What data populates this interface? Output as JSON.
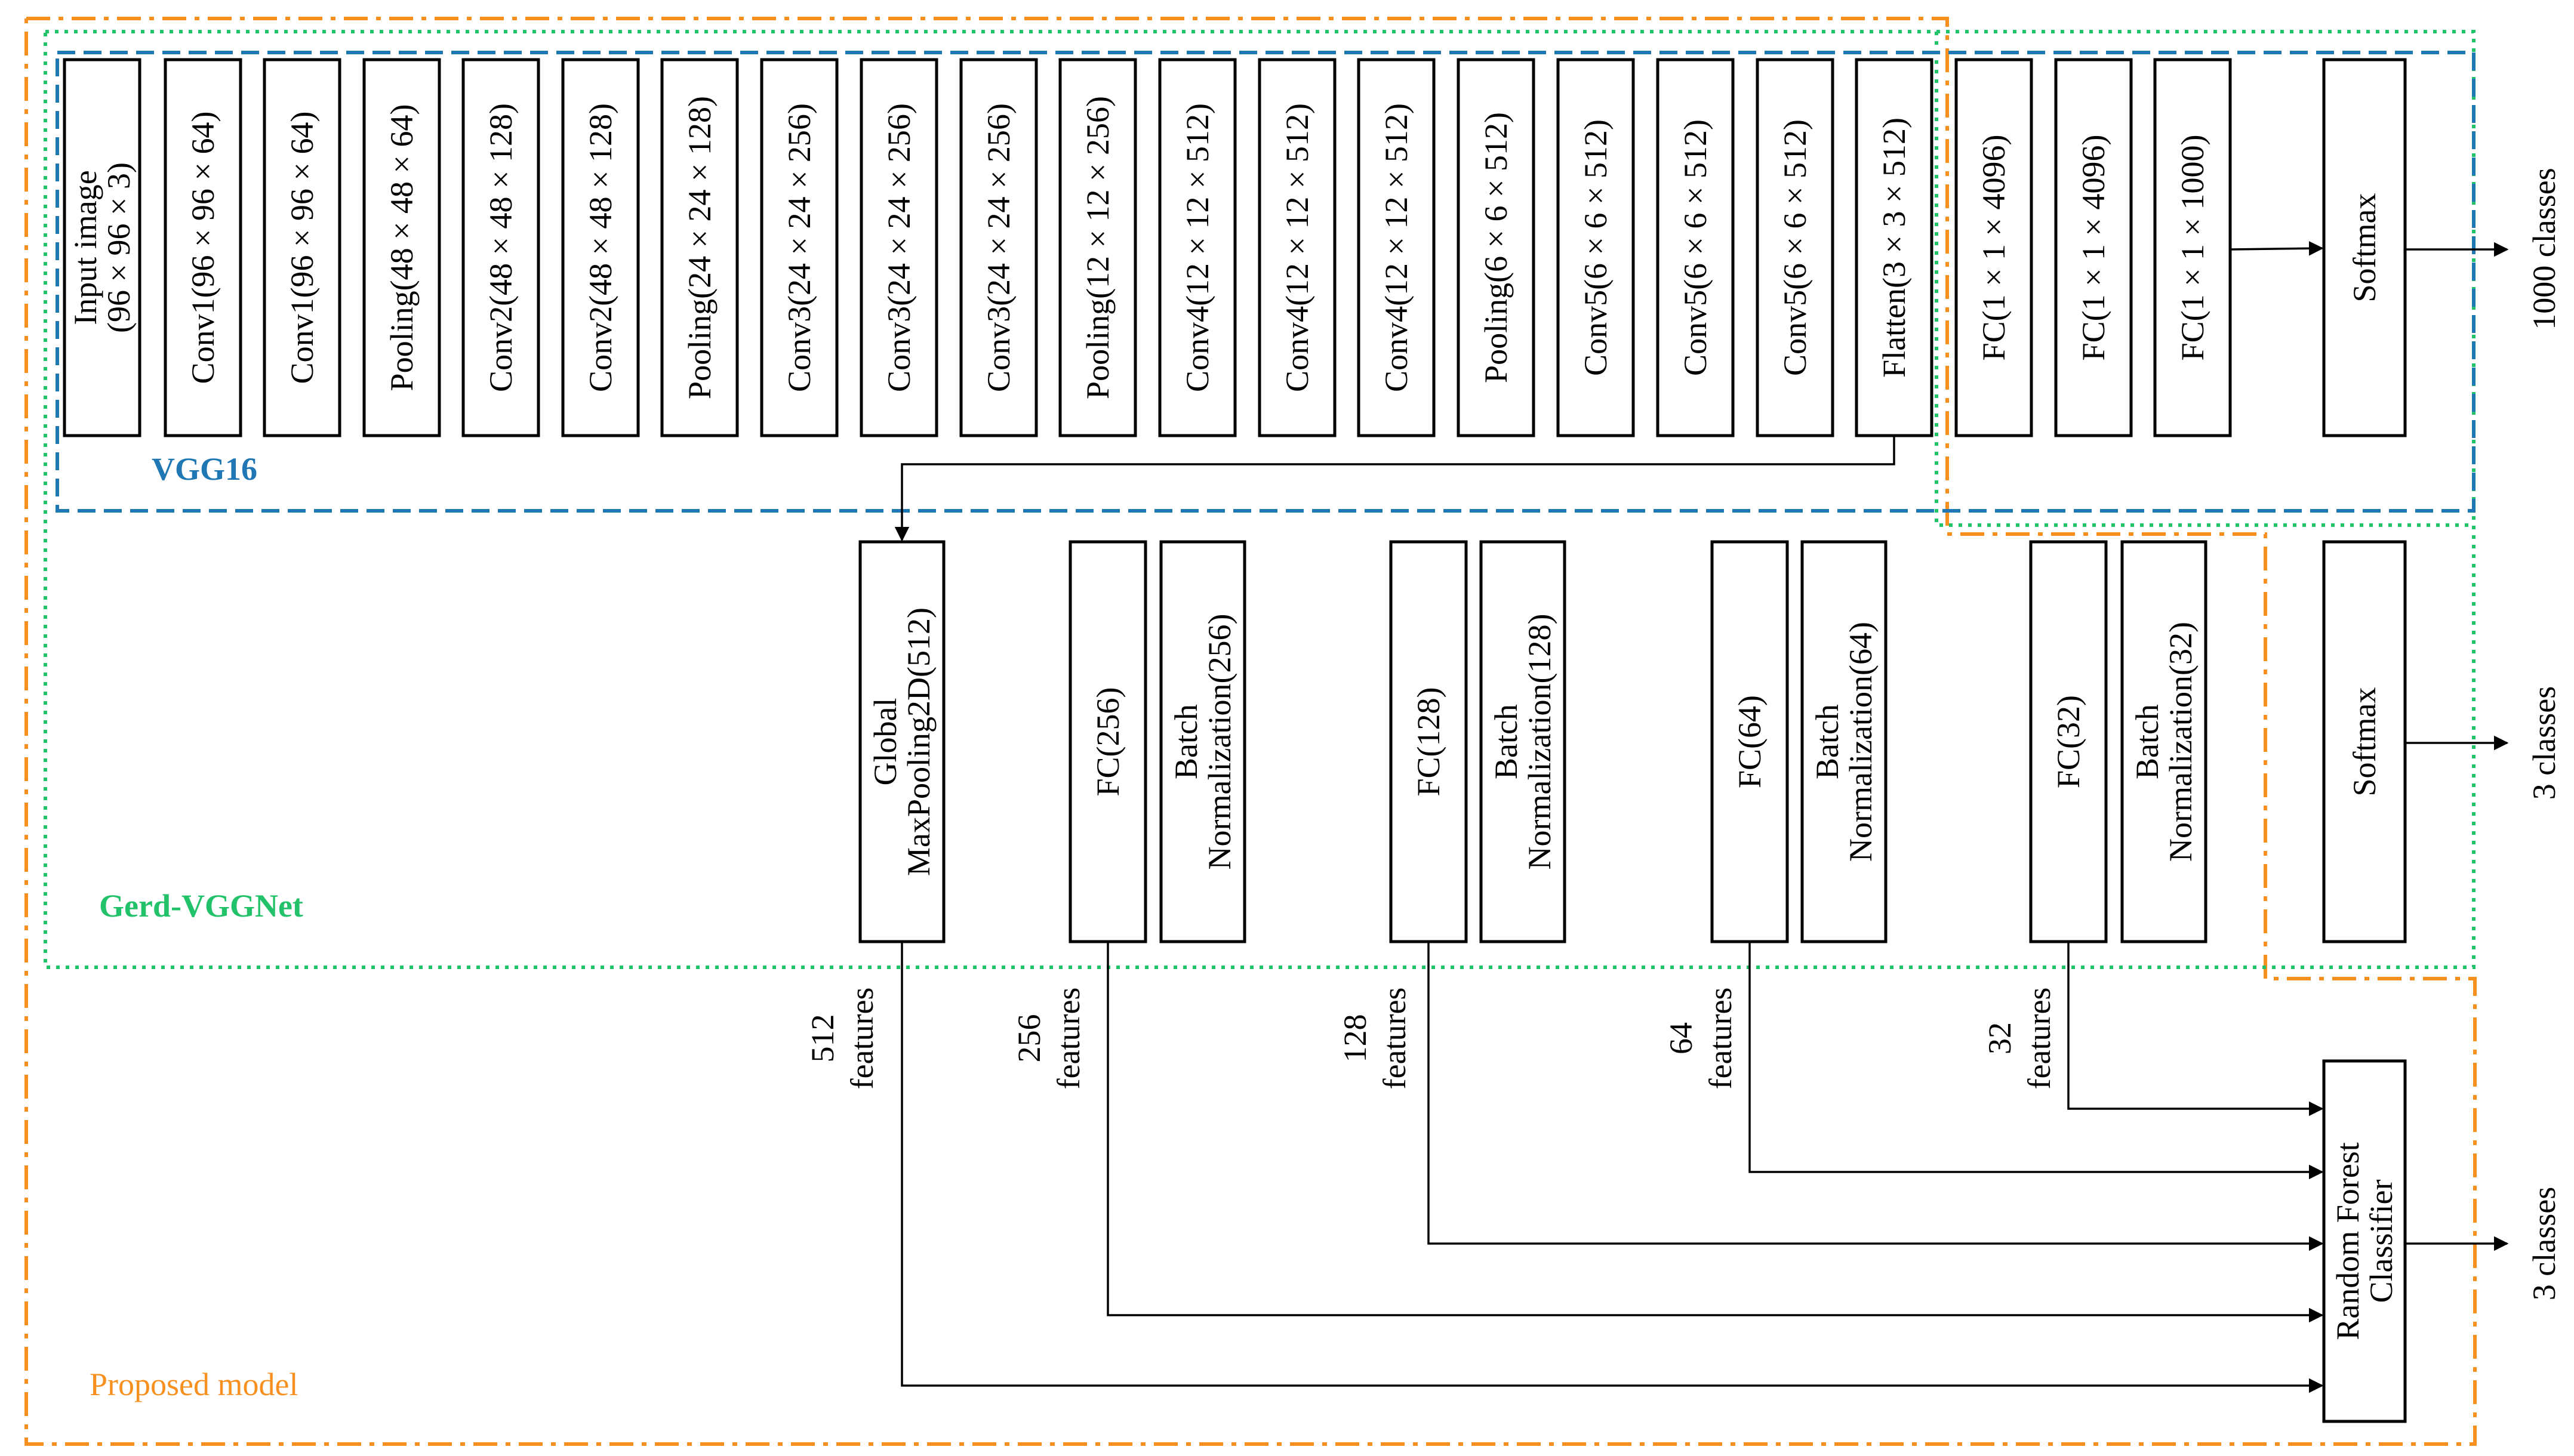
{
  "colors": {
    "vgg16": "#1f77b4",
    "gerd": "#22c26a",
    "proposed": "#f7901e",
    "box_stroke": "#000000",
    "arrow": "#000000"
  },
  "regions": {
    "vgg16": "VGG16",
    "gerd": "Gerd-VGGNet",
    "proposed": "Proposed model"
  },
  "vgg16_layers": [
    [
      "Input image",
      "(96 × 96 × 3)"
    ],
    [
      "Conv1(96 × 96 × 64)"
    ],
    [
      "Conv1(96 × 96 × 64)"
    ],
    [
      "Pooling(48 × 48 × 64)"
    ],
    [
      "Conv2(48 × 48 × 128)"
    ],
    [
      "Conv2(48 × 48 × 128)"
    ],
    [
      "Pooling(24 × 24 × 128)"
    ],
    [
      "Conv3(24 × 24 × 256)"
    ],
    [
      "Conv3(24 × 24 × 256)"
    ],
    [
      "Conv3(24 × 24 × 256)"
    ],
    [
      "Pooling(12 × 12 × 256)"
    ],
    [
      "Conv4(12 × 12 × 512)"
    ],
    [
      "Conv4(12 × 12 × 512)"
    ],
    [
      "Conv4(12 × 12 × 512)"
    ],
    [
      "Pooling(6 × 6 × 512)"
    ],
    [
      "Conv5(6 × 6 × 512)"
    ],
    [
      "Conv5(6 × 6 × 512)"
    ],
    [
      "Conv5(6 × 6 × 512)"
    ],
    [
      "Flatten(3 × 3 × 512)"
    ],
    [
      "FC(1 × 1 × 4096)"
    ],
    [
      "FC(1 × 1 × 4096)"
    ],
    [
      "FC(1 × 1 × 1000)"
    ]
  ],
  "softmax_label": "Softmax",
  "gerd_layers": [
    [
      "Global",
      "MaxPooling2D(512)"
    ],
    [
      "FC(256)"
    ],
    [
      "Batch",
      "Normalization(256)"
    ],
    [
      "FC(128)"
    ],
    [
      "Batch",
      "Normalization(128)"
    ],
    [
      "FC(64)"
    ],
    [
      "Batch",
      "Normalization(64)"
    ],
    [
      "FC(32)"
    ],
    [
      "Batch",
      "Normalization(32)"
    ]
  ],
  "classifier": [
    "Random Forest",
    "Classifier"
  ],
  "feature_labels": [
    [
      "512",
      "features"
    ],
    [
      "256",
      "features"
    ],
    [
      "128",
      "features"
    ],
    [
      "64",
      "features"
    ],
    [
      "32",
      "features"
    ]
  ],
  "outputs": {
    "vgg16": "1000 classes",
    "gerd": "3 classes",
    "proposed": "3 classes"
  }
}
